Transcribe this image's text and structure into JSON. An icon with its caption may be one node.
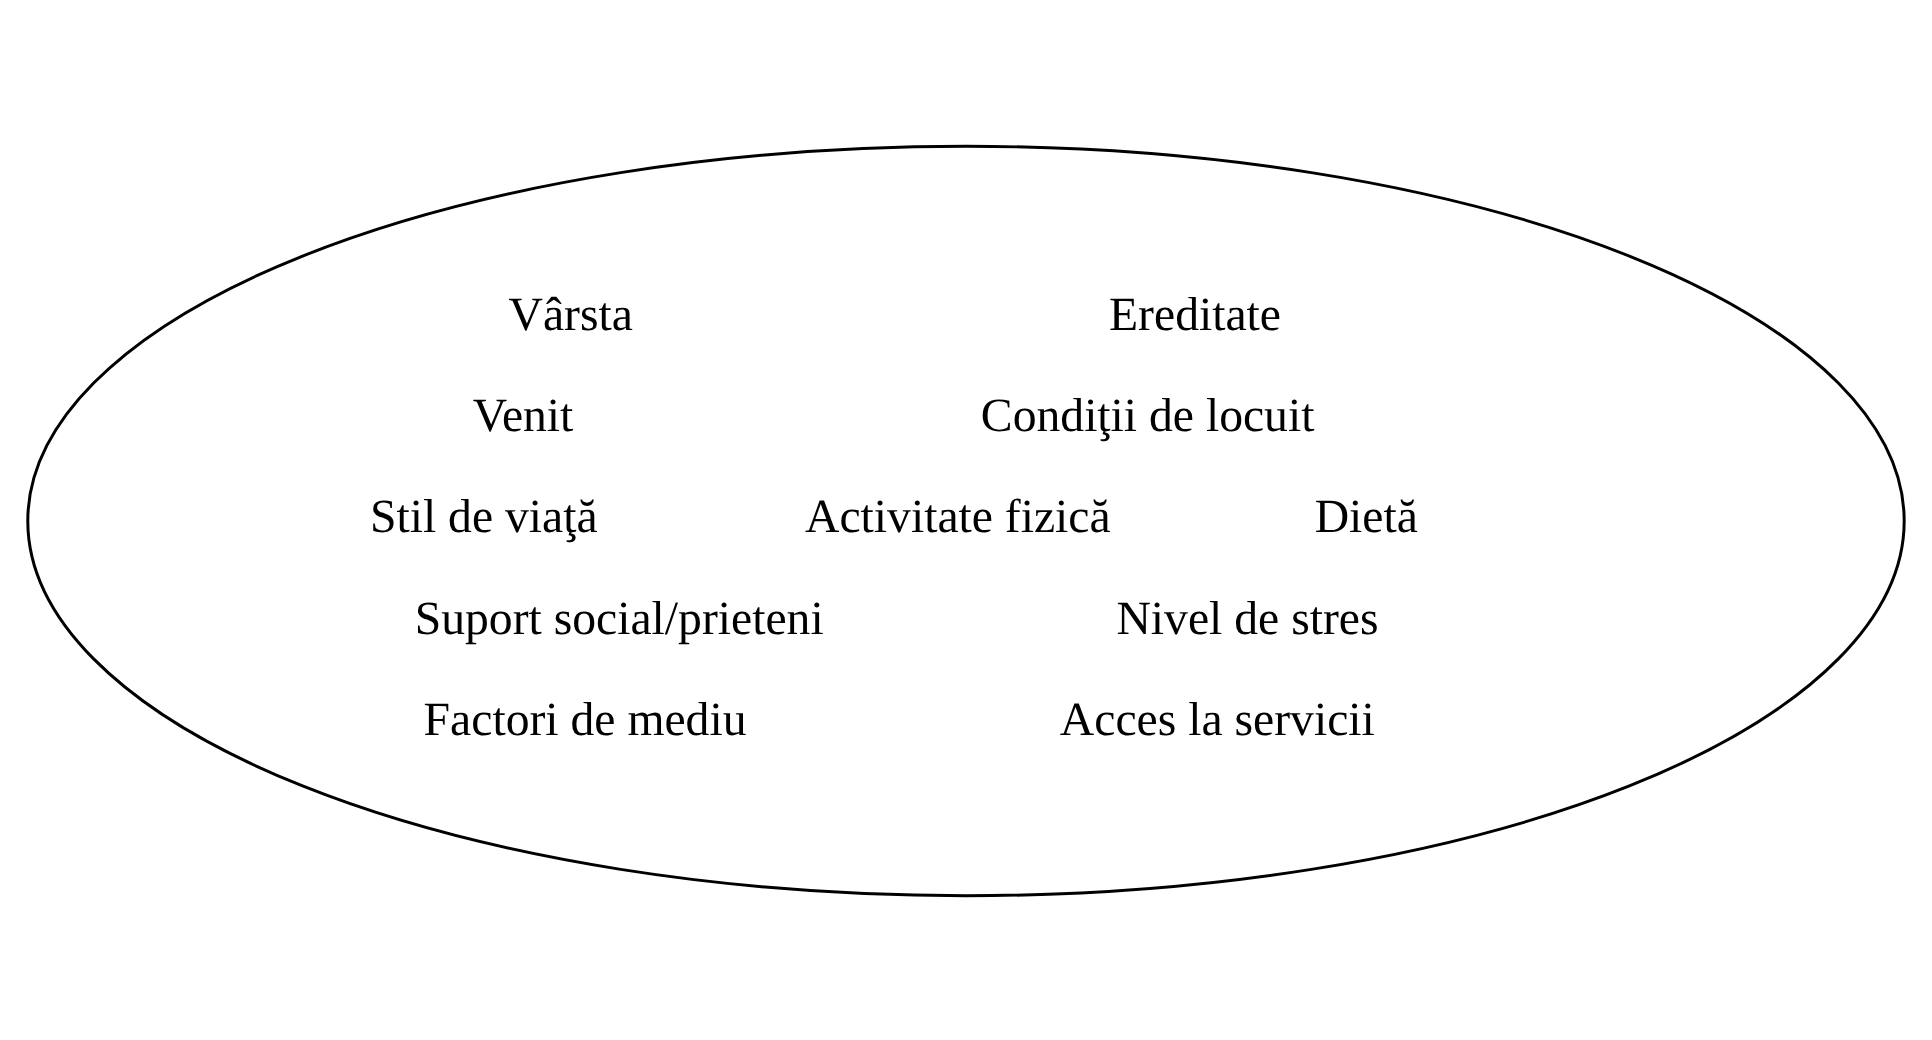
{
  "diagram": {
    "nodes": [
      {
        "text": [
          "Vârsta",
          "Ereditate",
          "Venit",
          "Condiţii de locuit",
          "Stil de viaţă",
          "Activitate fizică",
          "Dietă",
          "Suport social/prieteni",
          "Nivel de stres",
          "Factori de mediu",
          "Acces la servicii"
        ]
      }
    ]
  }
}
